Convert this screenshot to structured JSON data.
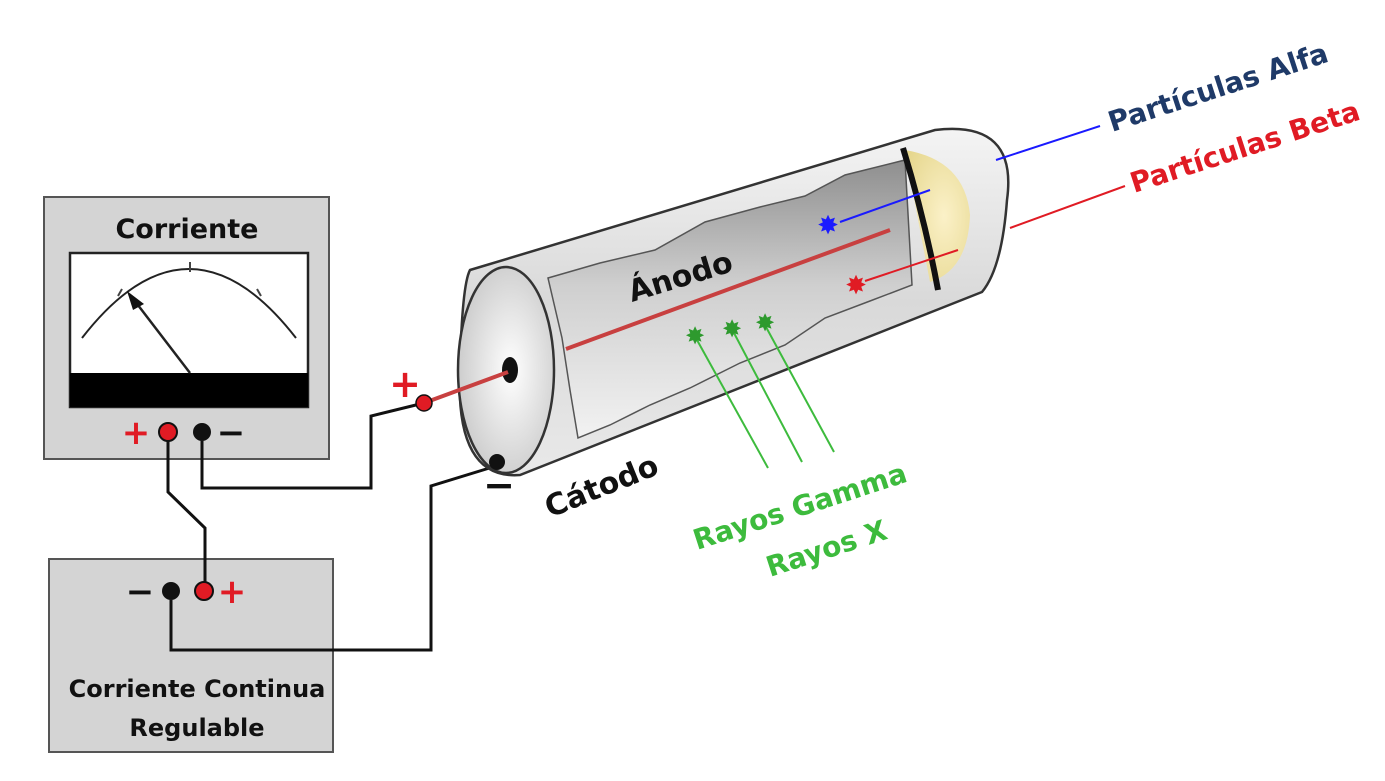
{
  "meter": {
    "title": "Corriente",
    "plus_sign": "+",
    "minus_sign": "−"
  },
  "power_supply": {
    "label_line1": "Corriente Continua",
    "label_line2": "Regulable",
    "minus_sign": "−",
    "plus_sign": "+"
  },
  "tube": {
    "anode_label": "Ánodo",
    "cathode_label": "Cátodo",
    "anode_sign": "+",
    "cathode_sign": "−"
  },
  "radiation": {
    "alpha": "Partículas Alfa",
    "beta": "Partículas Beta",
    "gamma": "Rayos Gamma",
    "xray": "Rayos X"
  },
  "colors": {
    "alpha": "#1f3a68",
    "beta": "#e01b24",
    "gamma": "#3dbb3d",
    "box_fill": "#d4d4d4",
    "box_stroke": "#555555"
  }
}
